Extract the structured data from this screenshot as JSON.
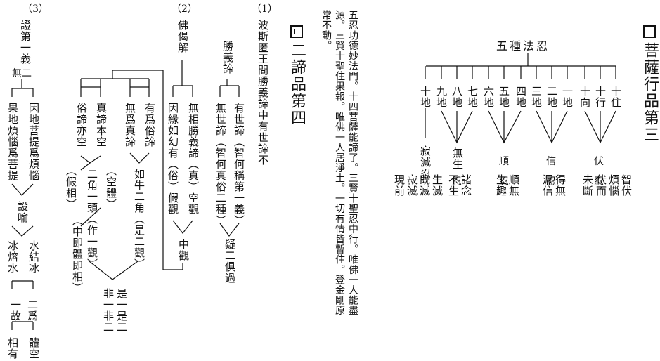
{
  "sec3": {
    "title": "菩薩行品第三",
    "root": "五種法忍",
    "cols": [
      {
        "head": "十住",
        "note": "伏"
      },
      {
        "head": "十行",
        "note": ""
      },
      {
        "head": "十向",
        "note": ""
      },
      {
        "head": "一地",
        "note": "信"
      },
      {
        "head": "二地",
        "note": ""
      },
      {
        "head": "三地",
        "note": ""
      },
      {
        "head": "四地",
        "note": "順"
      },
      {
        "head": "五地",
        "note": ""
      },
      {
        "head": "六地",
        "note": ""
      },
      {
        "head": "七地",
        "note": "無生"
      },
      {
        "head": "八地",
        "note": ""
      },
      {
        "head": "九地",
        "note": ""
      },
      {
        "head": "十地",
        "note": "寂滅忍"
      }
    ],
    "ren": [
      "忍",
      "忍",
      "忍",
      "忍"
    ],
    "subs": [
      "智伏",
      "煩惱",
      "伏而",
      "未斷",
      "得無",
      "漏信",
      "順無",
      "生趣",
      "諸念",
      "不生",
      "生滅",
      "既滅",
      "寂滅",
      "現前"
    ],
    "text": [
      "五忍功德妙法門。十四菩薩能諦了。三賢十聖忍中行。唯佛一人能盡",
      "源。三賢十聖住果報。唯佛一人居淨土。一切有情皆暫住。登金剛原",
      "常不動。"
    ]
  },
  "sec4": {
    "title": "二諦品第四",
    "q1_num": "（1）",
    "q1": "波斯匿王問勝義諦中有世諦不",
    "q1_label": "勝義諦",
    "q1_a": "有世諦（智何稱第一義）",
    "q1_b": "無世諦（智何真俗二種）",
    "q1_c": "疑二俱過",
    "q2_num": "（2）",
    "q2": "佛偈解",
    "q2_a": "無相勝義諦（真）空觀",
    "q2_b": "因緣如幻有（俗）假觀",
    "q2_c": "中觀",
    "q2_d": "有爲俗諦",
    "q2_e": "無爲真諦",
    "q2_f": "如牛二角（是二觀）",
    "q2_g": "真諦本空",
    "q2_h": "俗諦亦空",
    "q2_i": "（空體）",
    "q2_j": "（假相）",
    "q2_k": "二角一頭（作一觀）",
    "q2_l": "（中即體即相）",
    "q2_m": "是一是二",
    "q2_n": "非一非二",
    "q3_num": "（3）",
    "q3": "證第一義",
    "q3_a": "無二",
    "q3_b": "因地菩提爲煩惱",
    "q3_c": "果地煩惱爲菩提",
    "q3_d": "設喻",
    "q3_e": "水結冰",
    "q3_f": "冰熔水",
    "q3_g": "二爲",
    "q3_h": "一故",
    "q3_i": "體空",
    "q3_j": "相有"
  }
}
